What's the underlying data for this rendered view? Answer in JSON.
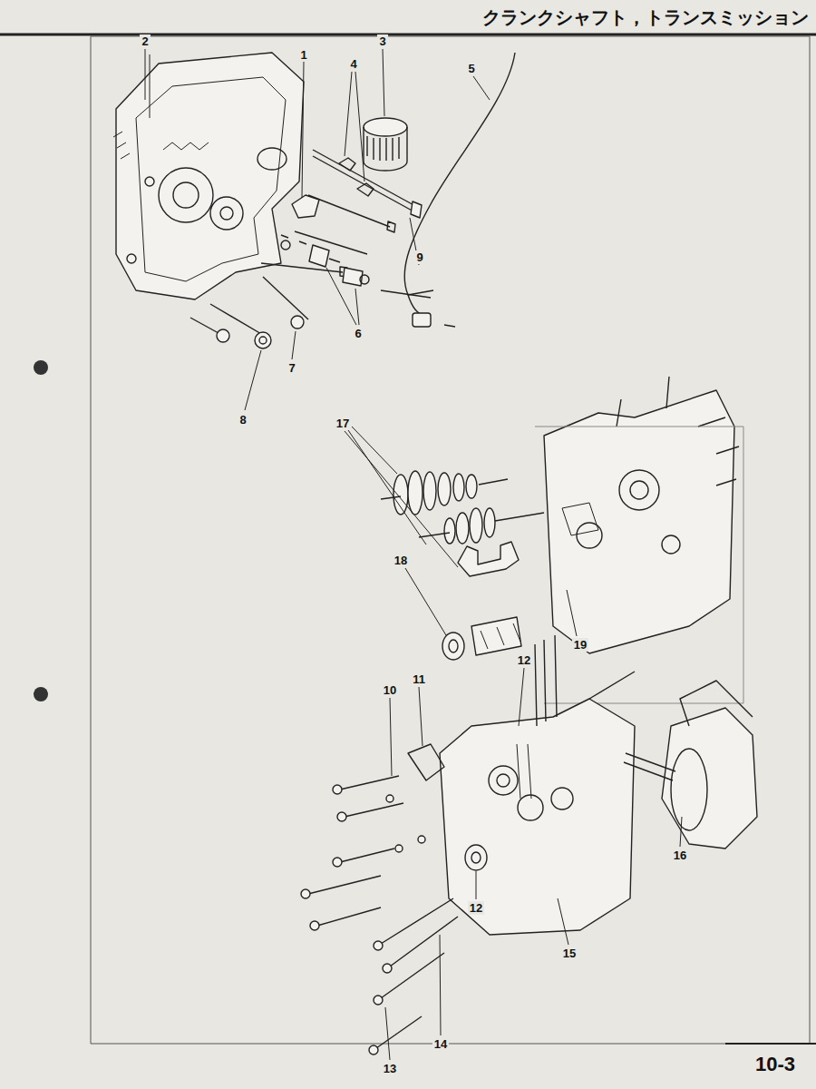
{
  "diagram": {
    "title": "クランクシャフト，トランスミッション",
    "labels": [
      "1",
      "2",
      "3",
      "4",
      "5",
      "6",
      "7",
      "8",
      "9",
      "17",
      "18",
      "19",
      "12",
      "11",
      "10",
      "16",
      "12",
      "15",
      "13",
      "14",
      "10-3"
    ]
  }
}
